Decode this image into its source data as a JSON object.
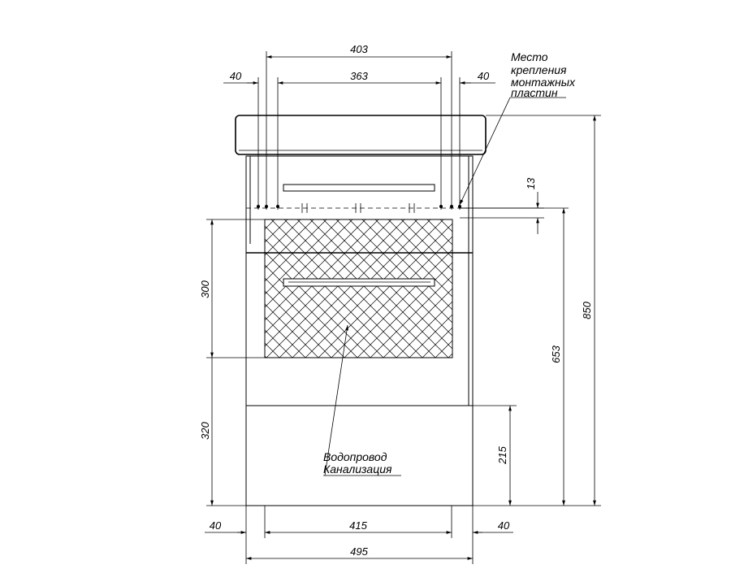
{
  "dimensions": {
    "top_width_outer": "403",
    "top_width_inner": "363",
    "top_offset_left": "40",
    "top_offset_right": "40",
    "bottom_width_total": "495",
    "bottom_width_inner": "415",
    "bottom_offset_left": "40",
    "bottom_offset_right": "40",
    "height_total": "850",
    "height_pipes": "653",
    "height_mount_gap": "13",
    "height_zone_upper": "300",
    "height_zone_lower": "320",
    "height_bottom_panel": "215"
  },
  "annotations": {
    "mounting_note": [
      "Место",
      "крепления",
      "монтажных",
      "пластин"
    ],
    "utilities_note": [
      "Водопровод",
      "Канализация"
    ]
  }
}
